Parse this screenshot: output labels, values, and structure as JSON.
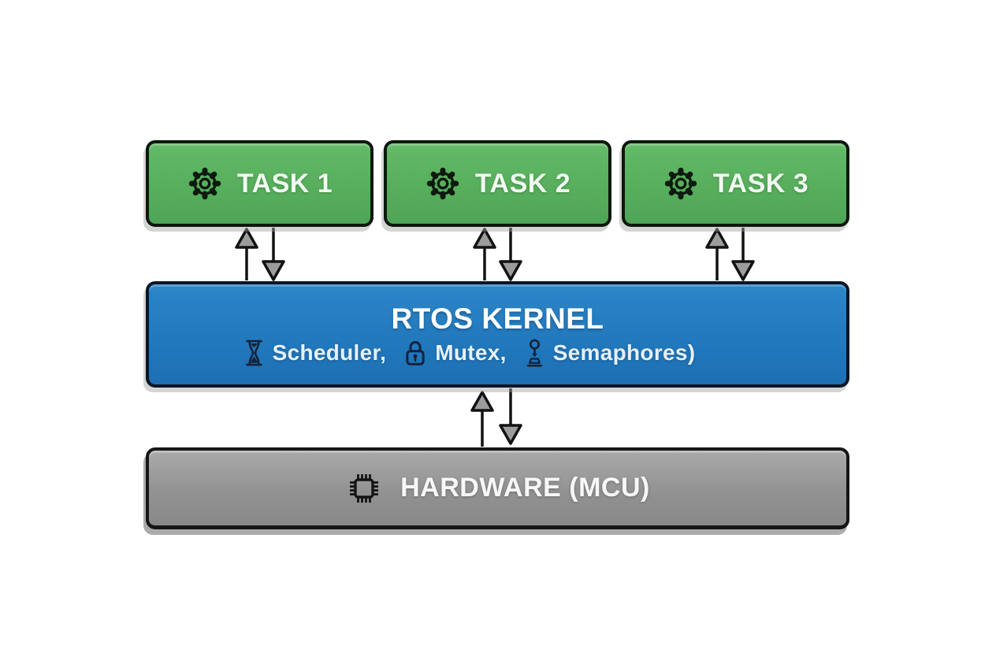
{
  "tasks": [
    {
      "icon": "gear-icon",
      "label": "TASK 1"
    },
    {
      "icon": "gear-icon",
      "label": "TASK 2"
    },
    {
      "icon": "gear-icon",
      "label": "TASK 3"
    }
  ],
  "kernel": {
    "title": "RTOS KERNEL",
    "features": [
      {
        "icon": "hourglass-icon",
        "label": "Scheduler,"
      },
      {
        "icon": "lock-icon",
        "label": "Mutex,"
      },
      {
        "icon": "semaphore-icon",
        "label": "Semaphores)"
      }
    ]
  },
  "hardware": {
    "icon": "chip-icon",
    "label": "HARDWARE (MCU)"
  },
  "connections": [
    {
      "from": "task-1",
      "to": "rtos-kernel",
      "type": "bidirectional"
    },
    {
      "from": "task-2",
      "to": "rtos-kernel",
      "type": "bidirectional"
    },
    {
      "from": "task-3",
      "to": "rtos-kernel",
      "type": "bidirectional"
    },
    {
      "from": "rtos-kernel",
      "to": "hardware-mcu",
      "type": "bidirectional"
    }
  ],
  "colors": {
    "task_green": "#57ae5c",
    "kernel_blue": "#2279bd",
    "hardware_gray": "#929292",
    "arrow_head_gray": "#9c9c9c",
    "outline_black": "#121212",
    "background": "#ffffff"
  }
}
